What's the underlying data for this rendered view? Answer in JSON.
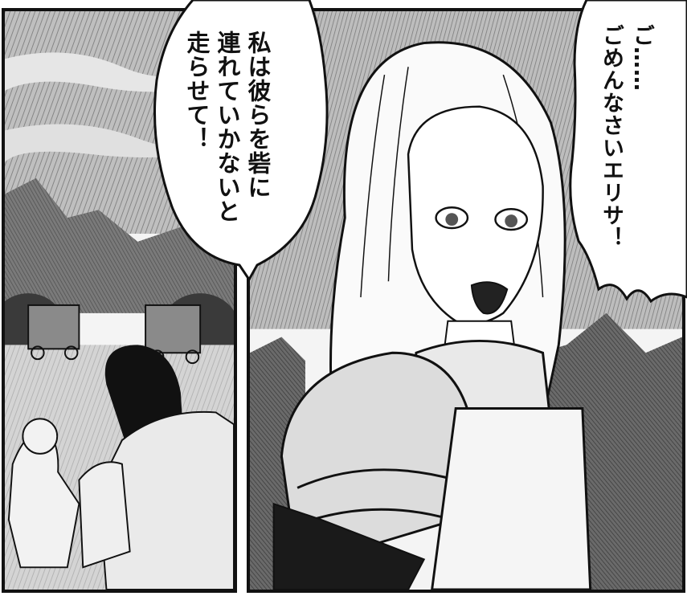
{
  "bubbles": {
    "speech_1": {
      "lines": [
        "私は彼らを砦に",
        "連れていかないと",
        "走らせて！"
      ]
    },
    "speech_2": {
      "lines": [
        "ご……",
        "ごめんなさいエリサ！"
      ]
    }
  },
  "icons": [
    "left-panel-scene",
    "right-panel-knight-woman"
  ],
  "colors": {
    "ink": "#111111",
    "paper": "#ffffff",
    "tone_light": "#d8d8d8",
    "tone_dark": "#5a5a5a"
  }
}
